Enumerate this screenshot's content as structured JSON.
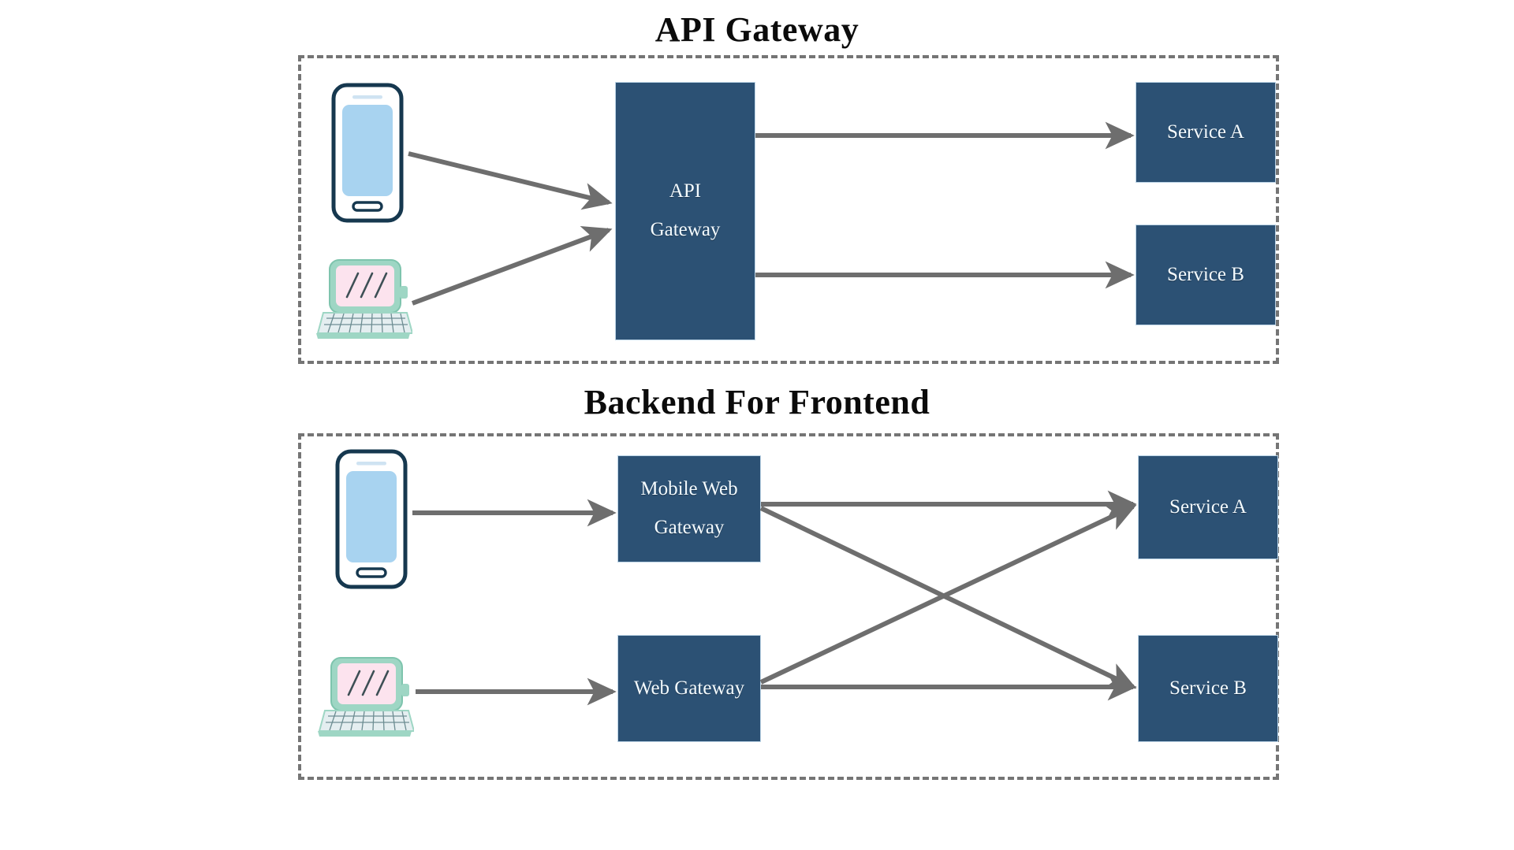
{
  "diagram": {
    "type": "architecture-comparison",
    "background_color": "#ffffff",
    "box_color": "#2c5174",
    "line_color": "#6e6e6e",
    "border_color": "#757575",
    "sections": [
      {
        "id": "api-gateway",
        "title": "API Gateway",
        "clients": [
          {
            "icon": "mobile-phone-icon",
            "label": ""
          },
          {
            "icon": "laptop-icon",
            "label": ""
          }
        ],
        "gateways": [
          {
            "id": "api-gateway-node",
            "line1": "API",
            "line2": "Gateway"
          }
        ],
        "services": [
          {
            "id": "service-a",
            "label": "Service A"
          },
          {
            "id": "service-b",
            "label": "Service B"
          }
        ],
        "edges": [
          {
            "from": "mobile-phone-icon",
            "to": "api-gateway-node"
          },
          {
            "from": "laptop-icon",
            "to": "api-gateway-node"
          },
          {
            "from": "api-gateway-node",
            "to": "service-a"
          },
          {
            "from": "api-gateway-node",
            "to": "service-b"
          }
        ]
      },
      {
        "id": "backend-for-frontend",
        "title": "Backend For Frontend",
        "clients": [
          {
            "icon": "mobile-phone-icon",
            "label": ""
          },
          {
            "icon": "laptop-icon",
            "label": ""
          }
        ],
        "gateways": [
          {
            "id": "mobile-web-gateway-node",
            "line1": "Mobile Web",
            "line2": "Gateway"
          },
          {
            "id": "web-gateway-node",
            "line1": "Web Gateway",
            "line2": ""
          }
        ],
        "services": [
          {
            "id": "service-a",
            "label": "Service A"
          },
          {
            "id": "service-b",
            "label": "Service B"
          }
        ],
        "edges": [
          {
            "from": "mobile-phone-icon",
            "to": "mobile-web-gateway-node"
          },
          {
            "from": "laptop-icon",
            "to": "web-gateway-node"
          },
          {
            "from": "mobile-web-gateway-node",
            "to": "service-a"
          },
          {
            "from": "mobile-web-gateway-node",
            "to": "service-b"
          },
          {
            "from": "web-gateway-node",
            "to": "service-a"
          },
          {
            "from": "web-gateway-node",
            "to": "service-b"
          }
        ]
      }
    ]
  },
  "icons": {
    "phone": {
      "name": "mobile-phone-icon",
      "body_color": "#ffffff",
      "outline_color": "#16384f",
      "screen_color": "#a8d3f0"
    },
    "laptop": {
      "name": "laptop-icon",
      "frame_color": "#9ed6c4",
      "screen_color": "#fce3ee",
      "keyboard_color": "#e4eef0",
      "stroke_color": "#3d4f55"
    }
  }
}
